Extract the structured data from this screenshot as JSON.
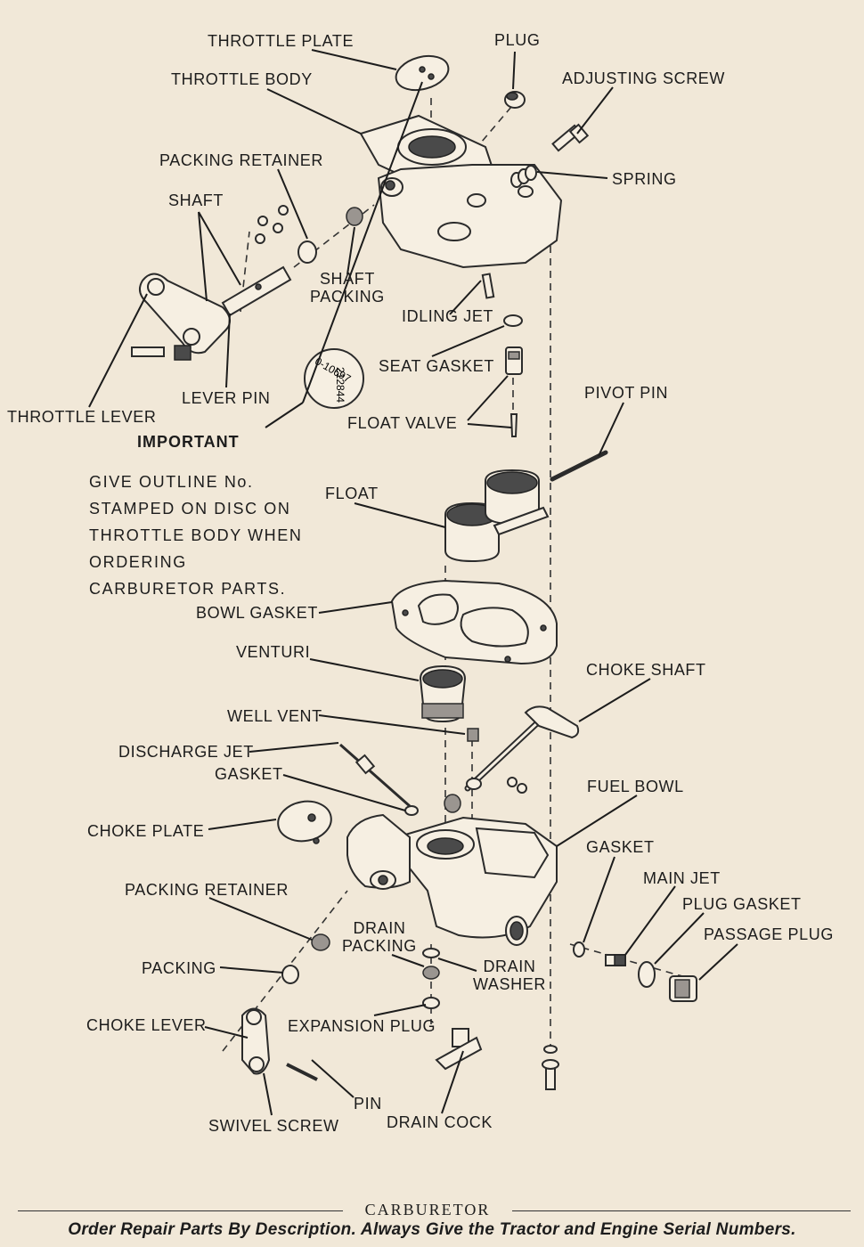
{
  "labels": {
    "throttle_plate": "THROTTLE PLATE",
    "plug": "PLUG",
    "throttle_body": "THROTTLE BODY",
    "adjusting_screw": "ADJUSTING SCREW",
    "packing_retainer_top": "PACKING RETAINER",
    "spring": "SPRING",
    "shaft": "SHAFT",
    "shaft_packing": "SHAFT\nPACKING",
    "idling_jet": "IDLING JET",
    "seat_gasket": "SEAT GASKET",
    "lever_pin": "LEVER PIN",
    "throttle_lever": "THROTTLE LEVER",
    "float_valve": "FLOAT VALVE",
    "pivot_pin": "PIVOT PIN",
    "float": "FLOAT",
    "bowl_gasket": "BOWL GASKET",
    "venturi": "VENTURI",
    "choke_shaft": "CHOKE SHAFT",
    "well_vent": "WELL VENT",
    "discharge_jet": "DISCHARGE JET",
    "gasket_upper": "GASKET",
    "fuel_bowl": "FUEL BOWL",
    "choke_plate": "CHOKE PLATE",
    "gasket_lower": "GASKET",
    "main_jet": "MAIN JET",
    "packing_retainer_bottom": "PACKING RETAINER",
    "plug_gasket": "PLUG GASKET",
    "drain_packing": "DRAIN\nPACKING",
    "passage_plug": "PASSAGE PLUG",
    "drain_washer": "DRAIN\nWASHER",
    "packing": "PACKING",
    "choke_lever": "CHOKE LEVER",
    "expansion_plug": "EXPANSION PLUG",
    "pin": "PIN",
    "swivel_screw": "SWIVEL SCREW",
    "drain_cock": "DRAIN COCK"
  },
  "disc_marking": {
    "line1": "0-10697",
    "line2": "212844"
  },
  "important": {
    "title": "IMPORTANT",
    "note": "GIVE OUTLINE No. STAMPED ON DISC ON THROTTLE BODY WHEN ORDERING CARBURETOR PARTS."
  },
  "caption": "CARBURETOR",
  "footer": "Order Repair Parts By Description.  Always Give the Tractor and Engine Serial Numbers."
}
